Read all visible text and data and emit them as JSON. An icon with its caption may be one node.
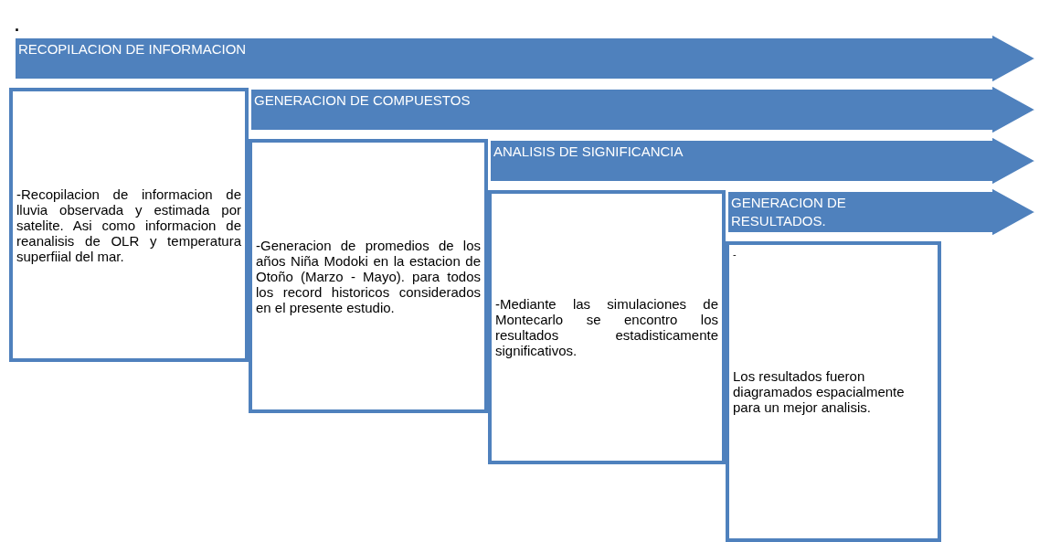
{
  "diagram": {
    "nodes": [
      {
        "text": [
          "RECOPILACION DE INFORMACION"
        ]
      },
      {
        "text": [
          "-Recopilacion de informacion de lluvia observada y estimada por satelite. Asi como informacion de reanalisis de OLR y temperatura superfiial del mar."
        ]
      },
      {
        "text": [
          "GENERACION DE COMPUESTOS"
        ]
      },
      {
        "text": [
          "-Generacion de promedios de los años Niña Modoki en la estacion de Otoño (Marzo - Mayo). para todos los record historicos considerados en el presente estudio."
        ]
      },
      {
        "text": [
          "ANALISIS DE SIGNIFICANCIA"
        ]
      },
      {
        "text": [
          "-Mediante las simulaciones de Montecarlo se encontro los resultados estadisticamente significativos."
        ]
      },
      {
        "text": [
          "GENERACION DE RESULTADOS."
        ]
      },
      {
        "text": [
          "-",
          "Los resultados fueron diagramados espacialmente para un mejor analisis."
        ]
      }
    ],
    "labels": [
      "."
    ]
  }
}
